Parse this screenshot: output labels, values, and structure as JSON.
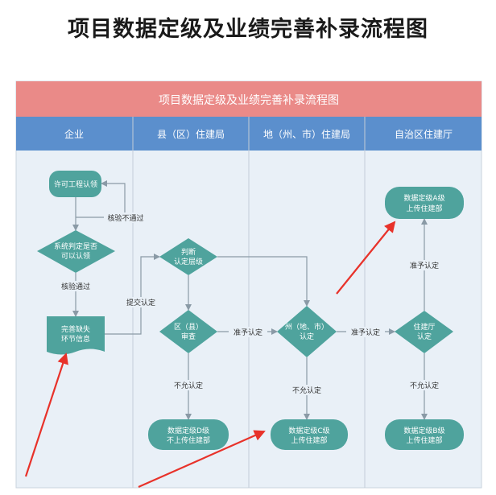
{
  "page_title": "项目数据定级及业绩完善补录流程图",
  "diagram": {
    "banner": "项目数据定级及业绩完善补录流程图",
    "lanes": [
      "企业",
      "县（区）住建局",
      "地（州、市）住建局",
      "自治区住建厅"
    ],
    "nodes": {
      "license": "许可工程认领",
      "system_judge": [
        "系统判定是否",
        "可以认领"
      ],
      "complete_info": [
        "完善缺失",
        "环节信息"
      ],
      "judge_level": [
        "判断",
        "认定层级"
      ],
      "county_review": [
        "区（县）",
        "审查"
      ],
      "county_d": [
        "数据定级D级",
        "不上传住建部"
      ],
      "city_approve": [
        "州（地、市）",
        "认定"
      ],
      "city_c": [
        "数据定级C级",
        "上传住建部"
      ],
      "dept_approve": [
        "住建厅",
        "认定"
      ],
      "dept_a": [
        "数据定级A级",
        "上传住建部"
      ],
      "dept_b": [
        "数据定级B级",
        "上传住建部"
      ]
    },
    "edge_labels": {
      "verify_fail": "核验不通过",
      "verify_pass": "核验通过",
      "submit": "提交认定",
      "approve1": "准予认定",
      "approve2": "准予认定",
      "approve3": "准予认定",
      "reject1": "不允认定",
      "reject2": "不允认定",
      "reject3": "不允认定"
    },
    "colors": {
      "banner": "#ea8a88",
      "lane_header": "#5b8fcd",
      "lane_bg": "#e9f0f7",
      "node": "#4fa39d",
      "edge": "#8a9aa6",
      "annotation_arrow": "#e8322a"
    }
  }
}
